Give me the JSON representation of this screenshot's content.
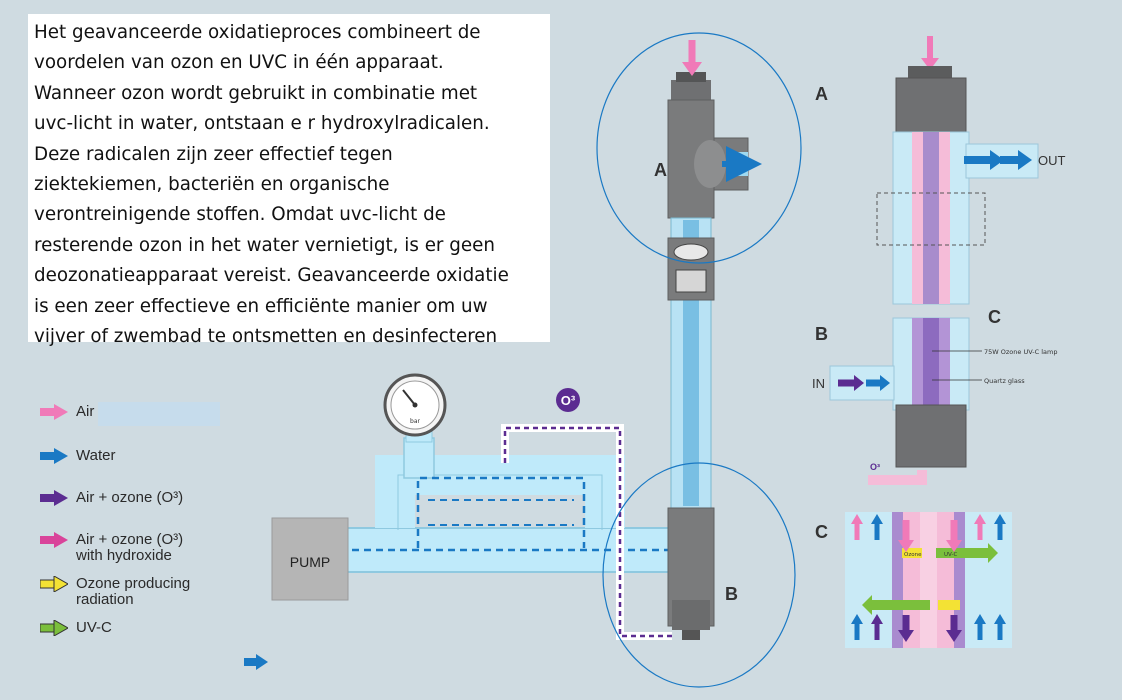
{
  "intro": {
    "lines": [
      "Het geavanceerde oxidatieproces combineert de",
      "voordelen van ozon en UVC in één apparaat.",
      "Wanneer ozon wordt gebruikt in combinatie met",
      "uvc-licht in water, ontstaan e r hydroxylradicalen.",
      "Deze radicalen zijn zeer effectief tegen",
      "ziektekiemen, bacteriën en organische",
      "verontreinigende stoffen. Omdat uvc-licht de",
      "resterende ozon in het water vernietigt, is er geen",
      "deozonatieapparaat vereist. Geavanceerde oxidatie",
      "is een zeer effectieve en efficiënte manier om uw",
      "vijver of zwembad te ontsmetten en desinfecteren"
    ]
  },
  "legend": {
    "items": [
      {
        "label": "Air",
        "color": "#f07ab8"
      },
      {
        "label": "Water",
        "color": "#1a79c4"
      },
      {
        "label": "Air + ozone (O³)",
        "color": "#5b2c91"
      },
      {
        "label": "Air + ozone (O³)\nwith hydroxide",
        "color": "#d9449a"
      },
      {
        "label": "Ozone producing\nradiation",
        "color": "#f3e234"
      },
      {
        "label": "UV-C",
        "color": "#7bbf3c"
      }
    ]
  },
  "diagram": {
    "pump_label": "PUMP",
    "ozone_label": "O³",
    "ozone_small_label": "O³",
    "marker_a": "A",
    "marker_b": "B",
    "detail_a": "A",
    "detail_b": "B",
    "detail_c": "C",
    "detail_c2": "C",
    "out_label": "OUT",
    "in_label": "IN",
    "lamp_label": "75W Ozone UV-C lamp",
    "quartz_label": "Quartz glass",
    "ozone_tag": "Ozone",
    "uvc_tag": "UV-C",
    "gauge_unit": "bar"
  },
  "colors": {
    "air": "#f07ab8",
    "water": "#1a79c4",
    "ozone": "#5b2c91",
    "hydroxide": "#d9449a",
    "radiation": "#f3e234",
    "uvc": "#7bbf3c",
    "pipe": "#bfeafa",
    "housing": "#6f7072"
  }
}
